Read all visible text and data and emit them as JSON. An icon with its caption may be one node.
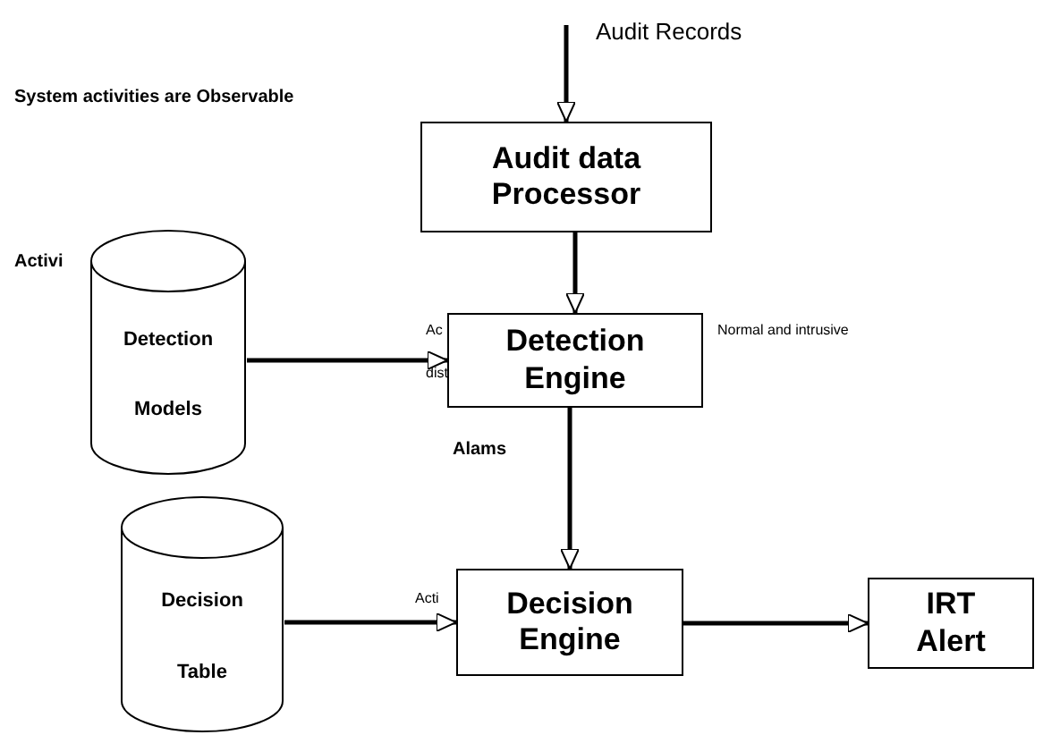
{
  "diagram": {
    "nodes": [
      {
        "text": [
          "Audit data Processor"
        ]
      },
      {
        "text": [
          "Detection",
          "Models"
        ]
      },
      {
        "text": [
          "Detection Engine"
        ]
      },
      {
        "text": [
          "Decision",
          "Table"
        ]
      },
      {
        "text": [
          "Decision Engine"
        ]
      },
      {
        "text": [
          "IRT Alert"
        ]
      }
    ],
    "edges": [
      {
        "from": null,
        "to": 0,
        "arrow": "to"
      },
      {
        "from": 0,
        "to": 2,
        "arrow": "to"
      },
      {
        "from": 1,
        "to": 2,
        "arrow": "to"
      },
      {
        "from": 2,
        "to": 4,
        "arrow": "to"
      },
      {
        "from": 3,
        "to": 4,
        "arrow": "to"
      },
      {
        "from": 4,
        "to": 5,
        "arrow": "to"
      }
    ],
    "labels": [
      "Audit Records",
      "System activities are Observable",
      "Activi",
      "Ac",
      "dist",
      "Normal and intrusive",
      "Alams",
      "Acti"
    ]
  }
}
